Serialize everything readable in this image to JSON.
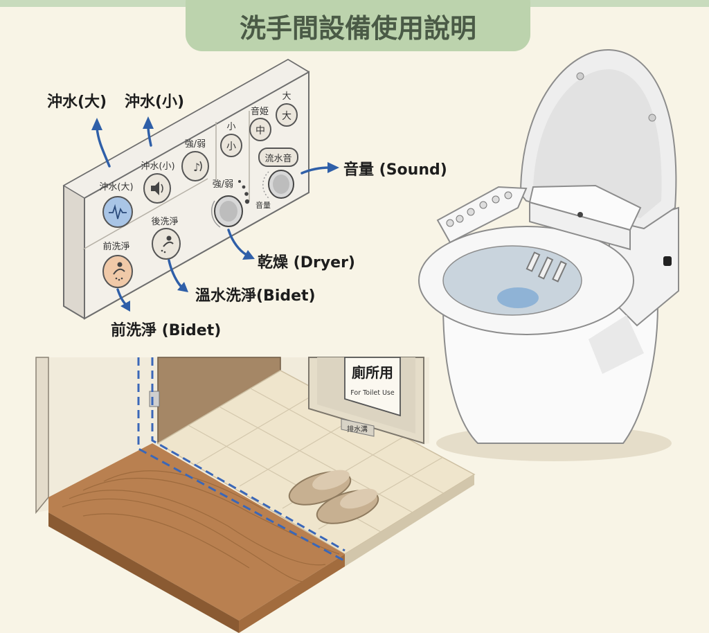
{
  "title": "洗手間設備使用說明",
  "panel": {
    "btn_flush_large": "沖水(大)",
    "btn_flush_small": "沖水(小)",
    "btn_strength": "強/弱",
    "btn_small": "小",
    "btn_medium": "中",
    "btn_large": "大",
    "label_small": "小",
    "label_otohime": "音姫",
    "label_large": "大",
    "btn_flow_sound": "流水音",
    "label_volume": "音量",
    "label_strength_knob": "強/弱",
    "btn_rear_wash": "後洗淨",
    "btn_front_wash": "前洗淨"
  },
  "callouts": {
    "flush_large": "沖水(大)",
    "flush_small": "沖水(小)",
    "sound": "音量 (Sound)",
    "dryer": "乾燥 (Dryer)",
    "bidet_rear": "溫水洗淨(Bidet)",
    "bidet_front": "前洗淨 (Bidet)"
  },
  "sign": {
    "line1": "廁所用",
    "line2": "For Toilet Use"
  },
  "drain_label": "排水溝",
  "colors": {
    "accent_blue": "#2f5fa8",
    "title_bg": "#bcd3ad",
    "background": "#f8f4e6",
    "wood": "#b98050"
  },
  "icons": [
    "wave-icon",
    "speaker-icon",
    "sound-icon",
    "bidet-rear-icon",
    "bidet-front-icon"
  ]
}
